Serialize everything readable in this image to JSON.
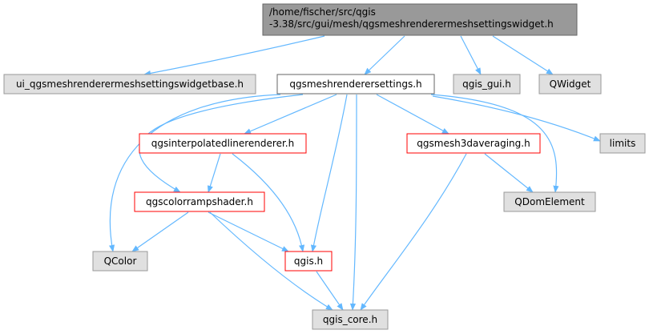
{
  "colors": {
    "edge": "#63B8FF",
    "root_fill": "#999999",
    "gray_fill": "#E0E0E0",
    "gray_border": "#999999",
    "white_fill": "#FFFFFF",
    "black_border": "#666666",
    "red_border": "#FF0000"
  },
  "nodes": [
    {
      "id": "root",
      "style": "root",
      "lines": [
        "/home/fischer/src/qgis",
        "-3.38/src/gui/mesh/qgsmeshrenderermeshsettingswidget.h"
      ]
    },
    {
      "id": "ui_base",
      "style": "gray",
      "lines": [
        "ui_qgsmeshrenderermeshsettingswidgetbase.h"
      ]
    },
    {
      "id": "renderersettings",
      "style": "white",
      "lines": [
        "qgsmeshrenderersettings.h"
      ]
    },
    {
      "id": "qgis_gui",
      "style": "gray",
      "lines": [
        "qgis_gui.h"
      ]
    },
    {
      "id": "qwidget",
      "style": "gray",
      "lines": [
        "QWidget"
      ]
    },
    {
      "id": "interpolatedline",
      "style": "red",
      "lines": [
        "qgsinterpolatedlinerenderer.h"
      ]
    },
    {
      "id": "mesh3d",
      "style": "red",
      "lines": [
        "qgsmesh3daveraging.h"
      ]
    },
    {
      "id": "limits",
      "style": "gray",
      "lines": [
        "limits"
      ]
    },
    {
      "id": "colorramp",
      "style": "red",
      "lines": [
        "qgscolorrampshader.h"
      ]
    },
    {
      "id": "qdomelement",
      "style": "gray",
      "lines": [
        "QDomElement"
      ]
    },
    {
      "id": "qcolor",
      "style": "gray",
      "lines": [
        "QColor"
      ]
    },
    {
      "id": "qgis_h",
      "style": "red",
      "lines": [
        "qgis.h"
      ]
    },
    {
      "id": "qgis_core",
      "style": "gray",
      "lines": [
        "qgis_core.h"
      ]
    }
  ],
  "edges": [
    [
      "root",
      "ui_base"
    ],
    [
      "root",
      "renderersettings"
    ],
    [
      "root",
      "qgis_gui"
    ],
    [
      "root",
      "qwidget"
    ],
    [
      "renderersettings",
      "interpolatedline"
    ],
    [
      "renderersettings",
      "mesh3d"
    ],
    [
      "renderersettings",
      "limits"
    ],
    [
      "renderersettings",
      "colorramp"
    ],
    [
      "renderersettings",
      "qdomelement"
    ],
    [
      "renderersettings",
      "qcolor"
    ],
    [
      "renderersettings",
      "qgis_h"
    ],
    [
      "renderersettings",
      "qgis_core"
    ],
    [
      "interpolatedline",
      "colorramp"
    ],
    [
      "interpolatedline",
      "qgis_h"
    ],
    [
      "colorramp",
      "qcolor"
    ],
    [
      "colorramp",
      "qgis_h"
    ],
    [
      "colorramp",
      "qgis_core"
    ],
    [
      "mesh3d",
      "qdomelement"
    ],
    [
      "mesh3d",
      "qgis_core"
    ],
    [
      "qgis_h",
      "qgis_core"
    ]
  ]
}
